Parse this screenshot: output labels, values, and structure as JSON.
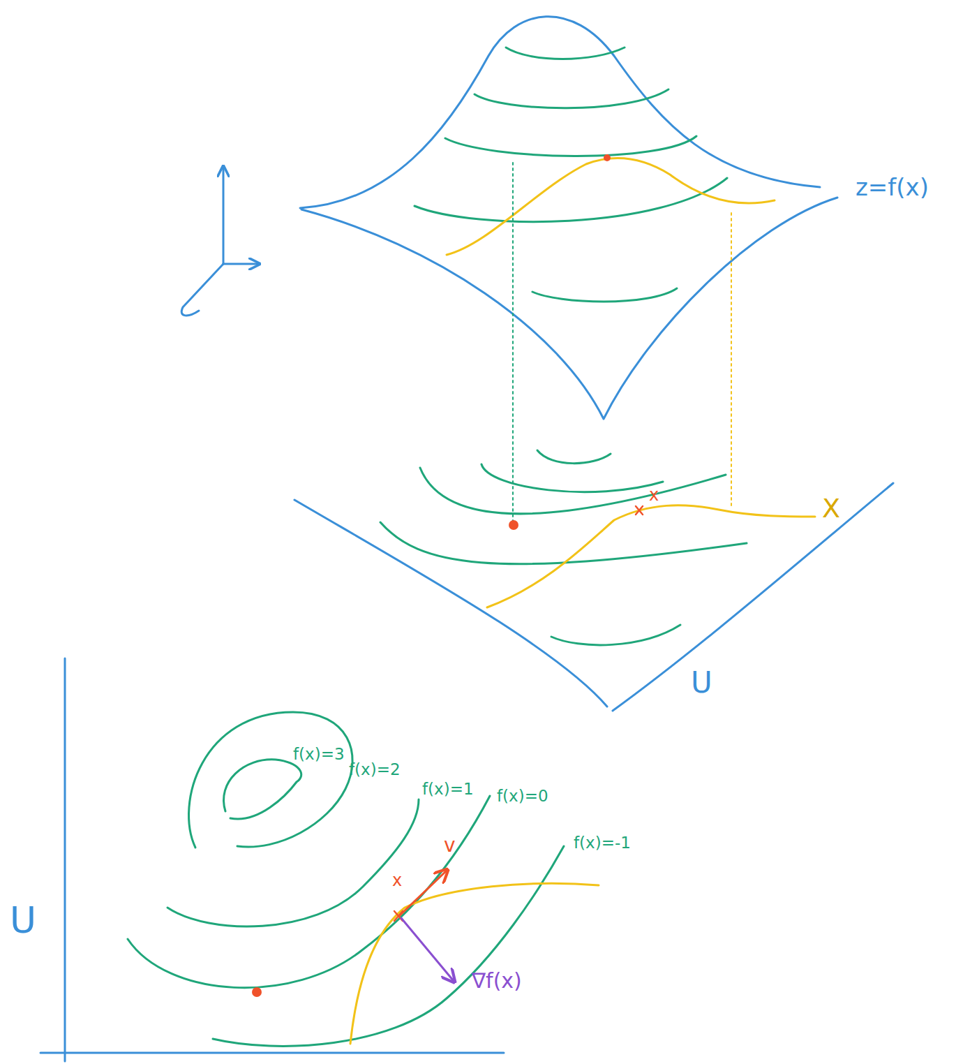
{
  "diagram": {
    "labels": [
      "z=f(x)",
      "x",
      "X",
      "U",
      "f(x)=3",
      "f(x)=2",
      "f(x)=1",
      "f(x)=0",
      "f(x)=-1",
      "v",
      "x",
      "U",
      "∇f(x)"
    ]
  }
}
